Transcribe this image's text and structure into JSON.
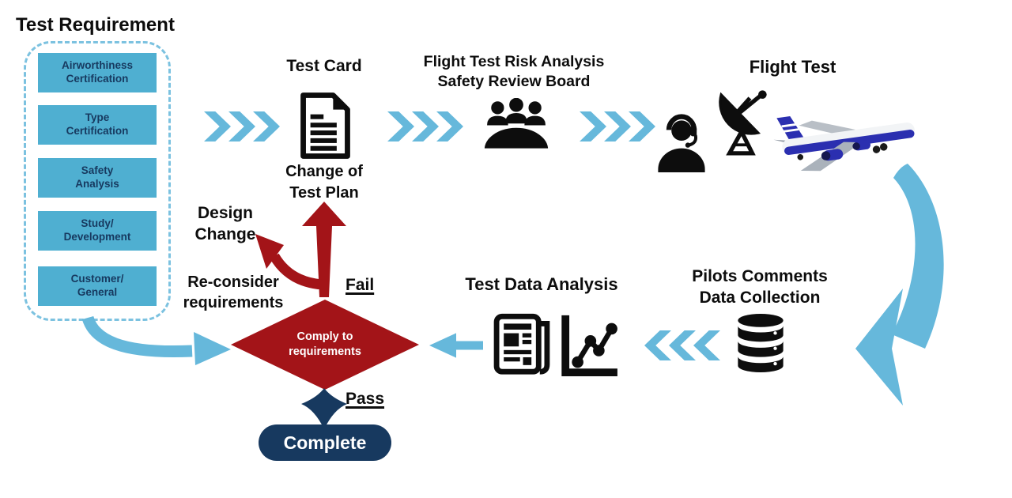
{
  "diagram": {
    "requirements": {
      "title": "Test Requirement",
      "items": [
        "Airworthiness\nCertification",
        "Type\nCertification",
        "Safety\nAnalysis",
        "Study/\nDevelopment",
        "Customer/\nGeneral"
      ]
    },
    "test_card": {
      "title": "Test Card",
      "caption": "Change of\nTest Plan"
    },
    "risk_board": {
      "title": "Flight Test Risk Analysis\nSafety Review Board"
    },
    "flight_test": {
      "title": "Flight Test"
    },
    "pilots": {
      "title": "Pilots Comments\nData Collection"
    },
    "data_analysis": {
      "title": "Test Data Analysis"
    },
    "decision": {
      "label": "Comply to\nrequirements",
      "fail_label": "Fail",
      "pass_label": "Pass"
    },
    "complete_label": "Complete",
    "design_change_label": "Design\nChange",
    "reconsider_label": "Re-consider\nrequirements",
    "icons": {
      "test_card": "document-icon",
      "risk_board": "meeting-icon",
      "flight_test_controller": "headset-person-icon",
      "flight_test_telemetry": "satellite-dish-icon",
      "flight_test_aircraft": "airplane-image",
      "data_collection": "database-icon",
      "analysis_report": "newspaper-icon",
      "analysis_chart": "line-chart-icon",
      "flow": "chevron-arrows"
    },
    "colors": {
      "light_blue": "#66B8DB",
      "box_blue": "#4FAFD1",
      "dashed": "#7CC2E0",
      "dark_red": "#A31418",
      "navy": "#17395F",
      "ink": "#0D0D0D"
    }
  }
}
